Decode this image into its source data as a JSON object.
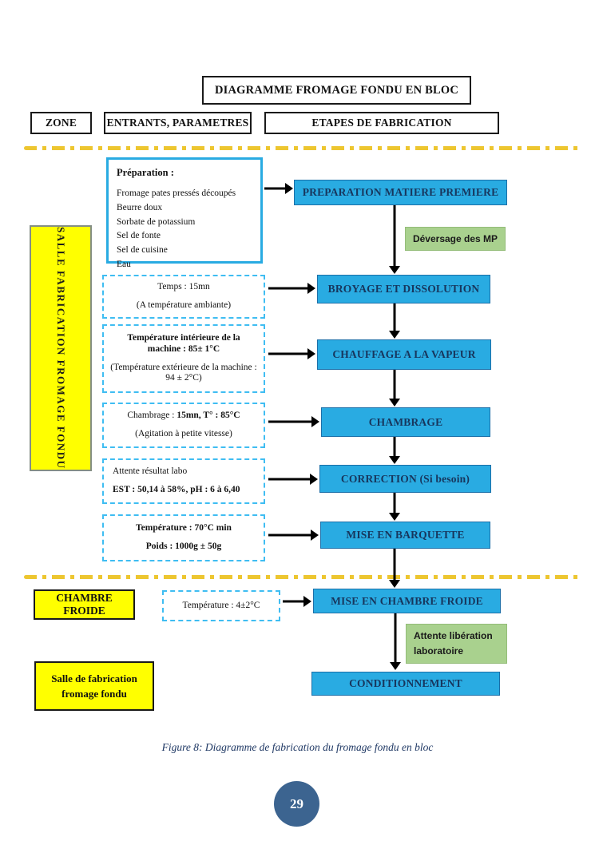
{
  "page": {
    "title": "DIAGRAMME FROMAGE FONDU EN BLOC",
    "caption": "Figure 8: Diagramme de fabrication du fromage fondu en bloc",
    "page_number": "29"
  },
  "headers": {
    "zone": "ZONE",
    "entrants": "ENTRANTS, PARAMETRES",
    "etapes": "ETAPES DE FABRICATION"
  },
  "zones": {
    "salle_fabrication": "SALLE FABRICATION FROMAGE FONDU",
    "chambre_froide": "CHAMBRE FROIDE",
    "salle_note_line1": "Salle de fabrication",
    "salle_note_line2": "fromage fondu"
  },
  "preparation": {
    "title": "Préparation :",
    "items": [
      "Fromage pates pressés découpés",
      "Beurre doux",
      "Sorbate de potassium",
      "Sel de fonte",
      "Sel de cuisine",
      "Eau"
    ]
  },
  "steps": {
    "prep_mp": "PREPARATION MATIERE PREMIERE",
    "broyage": "BROYAGE ET DISSOLUTION",
    "chauffage": "CHAUFFAGE A LA VAPEUR",
    "chambrage": "CHAMBRAGE",
    "correction": "CORRECTION (Si besoin)",
    "barquette": "MISE EN BARQUETTE",
    "chambre_froide": "MISE EN CHAMBRE FROIDE",
    "conditionnement": "CONDITIONNEMENT"
  },
  "annotations": {
    "deversage": "Déversage des MP",
    "attente_liberation": "Attente libération laboratoire"
  },
  "params": {
    "temps": {
      "line1": "Temps : 15mn",
      "line2": "(A température ambiante)"
    },
    "temp_machine": {
      "bold": "Température intérieure de la machine : 85± 1°C",
      "normal": "(Température extérieure de la machine : 94 ± 2°C)"
    },
    "chambrage": {
      "prefix": "Chambrage : ",
      "bold": "15mn, T° : 85°C",
      "line2": "(Agitation à petite vitesse)"
    },
    "attente_labo": {
      "line1": "Attente résultat labo",
      "line2": "EST : 50,14 à 58%, pH : 6 à 6,40"
    },
    "barquette": {
      "line1": "Température : 70°C min",
      "line2": "Poids : 1000g ± 50g"
    },
    "chambre_froide": {
      "line1": "Température : 4±2°C"
    }
  },
  "colors": {
    "process_blue": "#29abe2",
    "annotation_green": "#a9d18e",
    "zone_yellow": "#ffff00",
    "divider_yellow": "#edc630",
    "dashed_border_blue": "#3fbdf2",
    "dark_text": "#17365d",
    "page_circle_blue": "#3c6490"
  }
}
